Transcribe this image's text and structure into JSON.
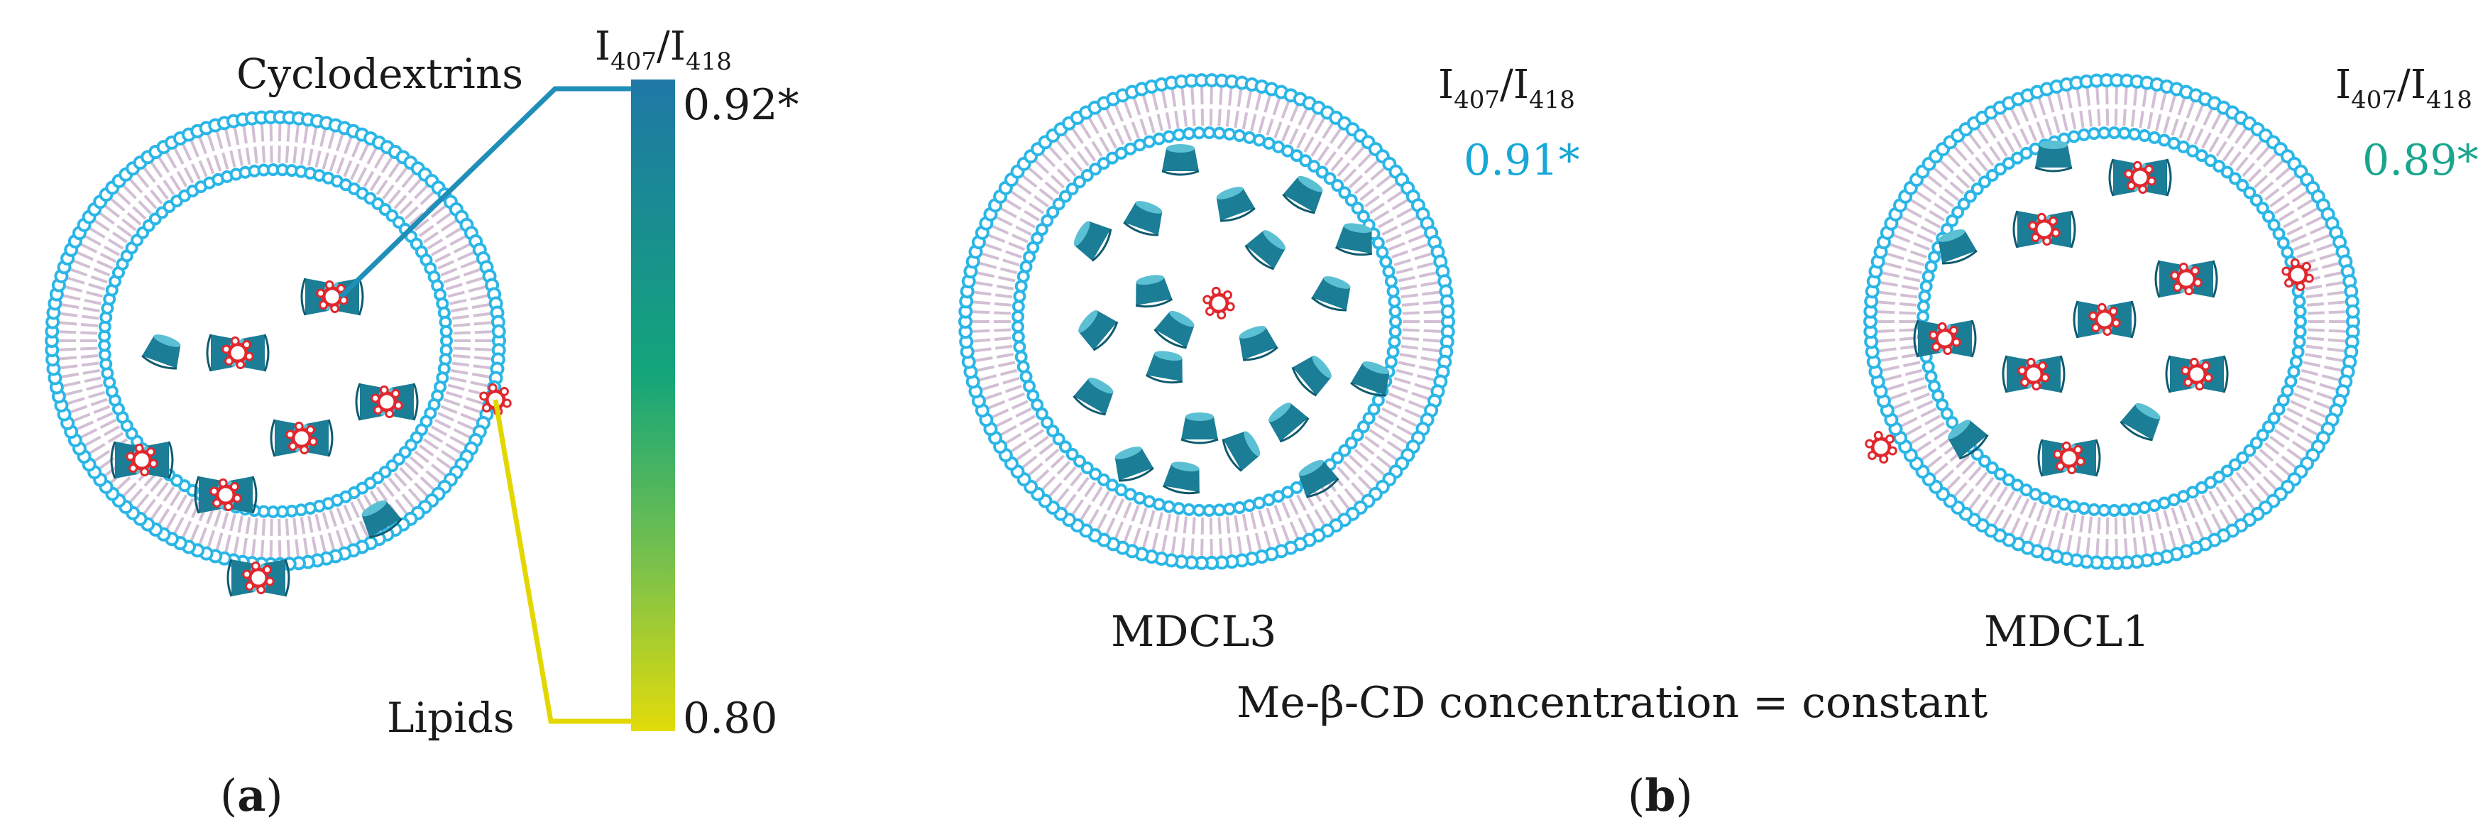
{
  "panel_a": {
    "label_open": "(",
    "label_letter": "a",
    "label_close": ")",
    "ratio_label": {
      "I1": "I",
      "sub1": "407",
      "slash": "/",
      "I2": "I",
      "sub2": "418"
    },
    "scale_top": "0.92*",
    "scale_bottom": "0.80",
    "callout_top": "Cyclodextrins",
    "callout_bottom": "Lipids",
    "colors": {
      "scale_top": "#1f7fa8",
      "scale_mid": "#14a37a",
      "scale_bottom": "#e0dc0c",
      "callout_top_line": "#1f8fb8",
      "callout_bottom_line": "#e2d800"
    }
  },
  "panel_b": {
    "label_open": "(",
    "label_letter": "b",
    "label_close": ")",
    "caption": "Me-β-CD concentration = constant",
    "left": {
      "name": "MDCL3",
      "ratio_label": {
        "I1": "I",
        "sub1": "407",
        "slash": "/",
        "I2": "I",
        "sub2": "418"
      },
      "value": "0.91*",
      "value_color": "#17a8d6"
    },
    "right": {
      "name": "MDCL1",
      "ratio_label": {
        "I1": "I",
        "sub1": "407",
        "slash": "/",
        "I2": "I",
        "sub2": "418"
      },
      "value": "0.89*",
      "value_color": "#1aa58e"
    }
  },
  "colors": {
    "membrane_head": "#2bb6e6",
    "membrane_tail": "#d2bfd4",
    "cyclodextrin": "#1b7d96",
    "probe": "#e0282e"
  }
}
